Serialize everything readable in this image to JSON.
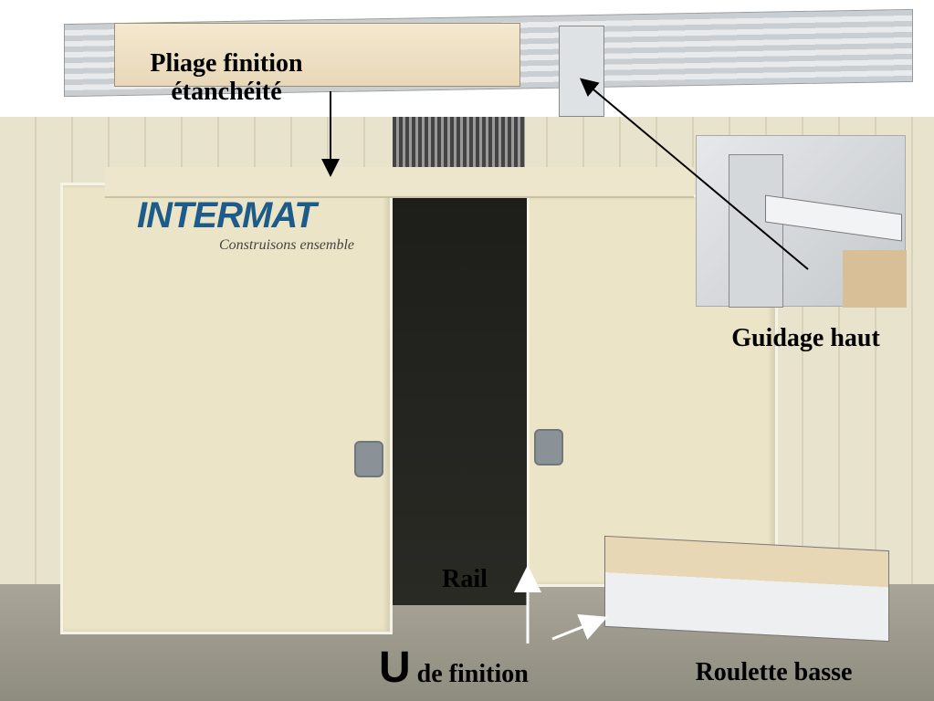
{
  "labels": {
    "pliage_line1": "Pliage finition",
    "pliage_line2": "étanchéité",
    "guidage": "Guidage haut",
    "rail": "Rail",
    "u_letter": "U",
    "u_rest": "de finition",
    "roulette": "Roulette basse"
  },
  "logo": {
    "name": "INTERMAT",
    "tagline": "Construisons ensemble",
    "color": "#1d5b8a"
  }
}
